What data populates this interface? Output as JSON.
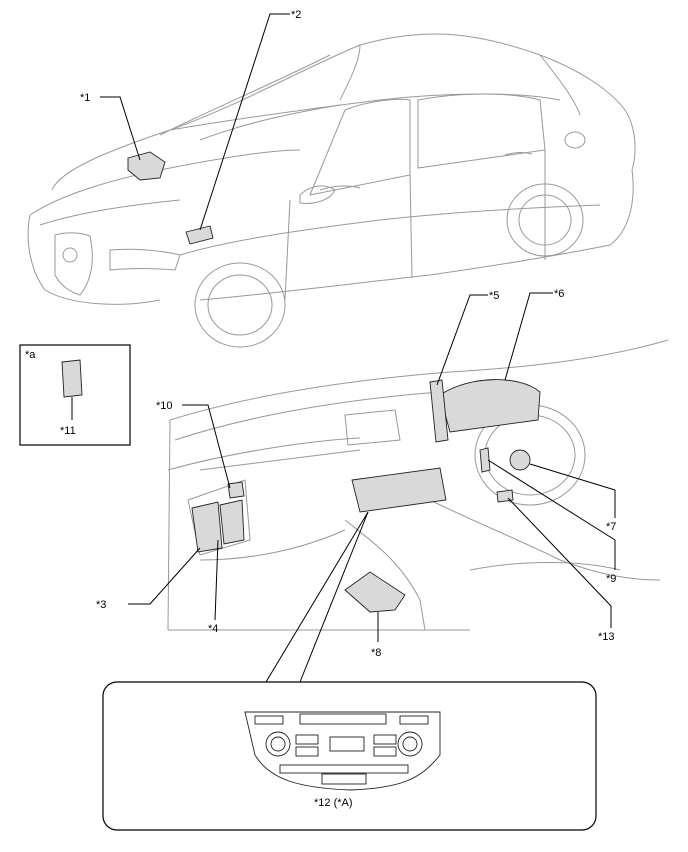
{
  "callouts": {
    "c1": "*1",
    "c2": "*2",
    "c3": "*3",
    "c4": "*4",
    "c5": "*5",
    "c6": "*6",
    "c7": "*7",
    "c8": "*8",
    "c9": "*9",
    "c10": "*10",
    "c11": "*11",
    "c12": "*12 (*A)",
    "c13": "*13",
    "ca": "*a"
  }
}
